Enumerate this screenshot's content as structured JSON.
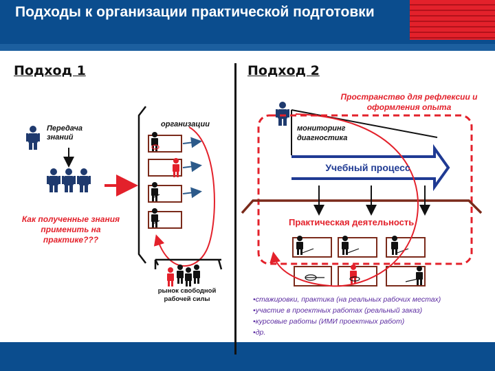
{
  "header": {
    "title": "Подходы к организации практической подготовки"
  },
  "approach1": {
    "heading": "Подход 1",
    "transfer_label": "Передача знаний",
    "org_label": "организации",
    "question": "Как полученные знания применить на практике???",
    "market_label": "рынок свободной рабочей силы"
  },
  "approach2": {
    "heading": "Подход 2",
    "reflection_label": "Пространство для рефлексии и оформления опыта",
    "monitoring_label": "мониторинг диагностика",
    "process_label": "Учебный процесс",
    "practice_label": "Практическая деятельность",
    "bullets": [
      "стажировки, практика (на реальных рабочих местах)",
      "участие в проектных работах (реальный заказ)",
      "курсовые работы (ИМИ проектных работ)",
      "др."
    ]
  },
  "colors": {
    "brand": "#0b4d8e",
    "accent": "#e3212b",
    "process": "#1f3a93",
    "bracket": "#7a2a1a"
  }
}
